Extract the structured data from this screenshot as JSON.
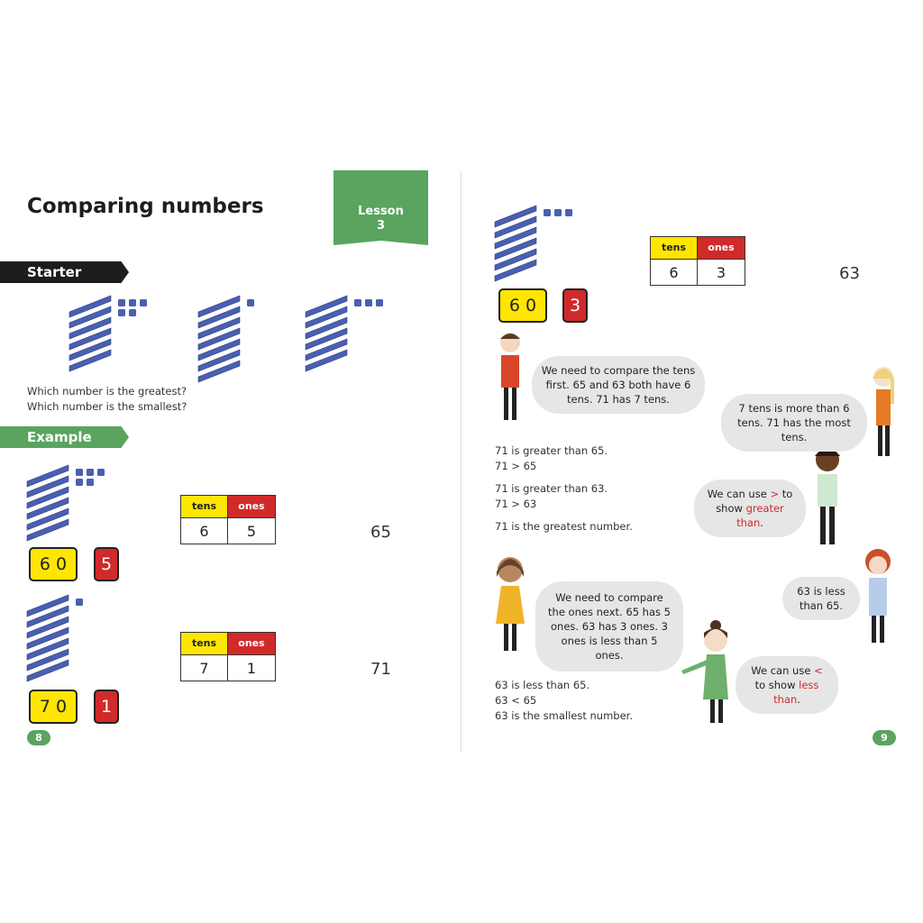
{
  "left_page": {
    "title": "Comparing numbers",
    "lesson": {
      "label": "Lesson",
      "number": "3"
    },
    "starter": {
      "label": "Starter",
      "groups": [
        {
          "tens": 6,
          "ones": 5
        },
        {
          "tens": 7,
          "ones": 1
        },
        {
          "tens": 6,
          "ones": 3
        }
      ],
      "questions": [
        "Which number is the greatest?",
        "Which number is the smallest?"
      ]
    },
    "example": {
      "label": "Example",
      "items": [
        {
          "tens": 6,
          "ones": 5,
          "tens_card": "60",
          "ones_card": "5",
          "table": {
            "headers": [
              "tens",
              "ones"
            ],
            "values": [
              "6",
              "5"
            ]
          },
          "number": "65"
        },
        {
          "tens": 7,
          "ones": 1,
          "tens_card": "70",
          "ones_card": "1",
          "table": {
            "headers": [
              "tens",
              "ones"
            ],
            "values": [
              "7",
              "1"
            ]
          },
          "number": "71"
        }
      ]
    },
    "page_number": "8"
  },
  "right_page": {
    "item": {
      "tens": 6,
      "ones": 3,
      "tens_card": "60",
      "ones_card": "3",
      "table": {
        "headers": [
          "tens",
          "ones"
        ],
        "values": [
          "6",
          "3"
        ]
      },
      "number": "63"
    },
    "bubbles": {
      "b1": "We need to compare the tens first. 65 and 63 both have 6 tens. 71 has 7 tens.",
      "b2": "7 tens is more than 6 tens. 71 has the most tens.",
      "b3_pre": "We can use ",
      "b3_sym": ">",
      "b3_mid": " to show ",
      "b3_red": "greater than",
      "b3_end": ".",
      "b4": "We need to compare the ones next. 65 has 5 ones. 63 has 3 ones. 3 ones is less than 5 ones.",
      "b5": "63 is less than 65.",
      "b6_pre": "We can use ",
      "b6_sym": "<",
      "b6_mid": " to show ",
      "b6_red": "less than",
      "b6_end": "."
    },
    "statements1": [
      "71 is greater than 65.",
      "71 > 65"
    ],
    "statements2": [
      "71 is greater than 63.",
      "71 > 63"
    ],
    "statement3": "71 is the greatest number.",
    "statements4": [
      "63 is less than 65.",
      "63 < 65",
      "63 is the smallest number."
    ],
    "page_number": "9"
  },
  "colors": {
    "green": "#5aa45f",
    "yellow": "#ffe600",
    "red": "#d12a2a",
    "rod": "#4a5fb0"
  }
}
